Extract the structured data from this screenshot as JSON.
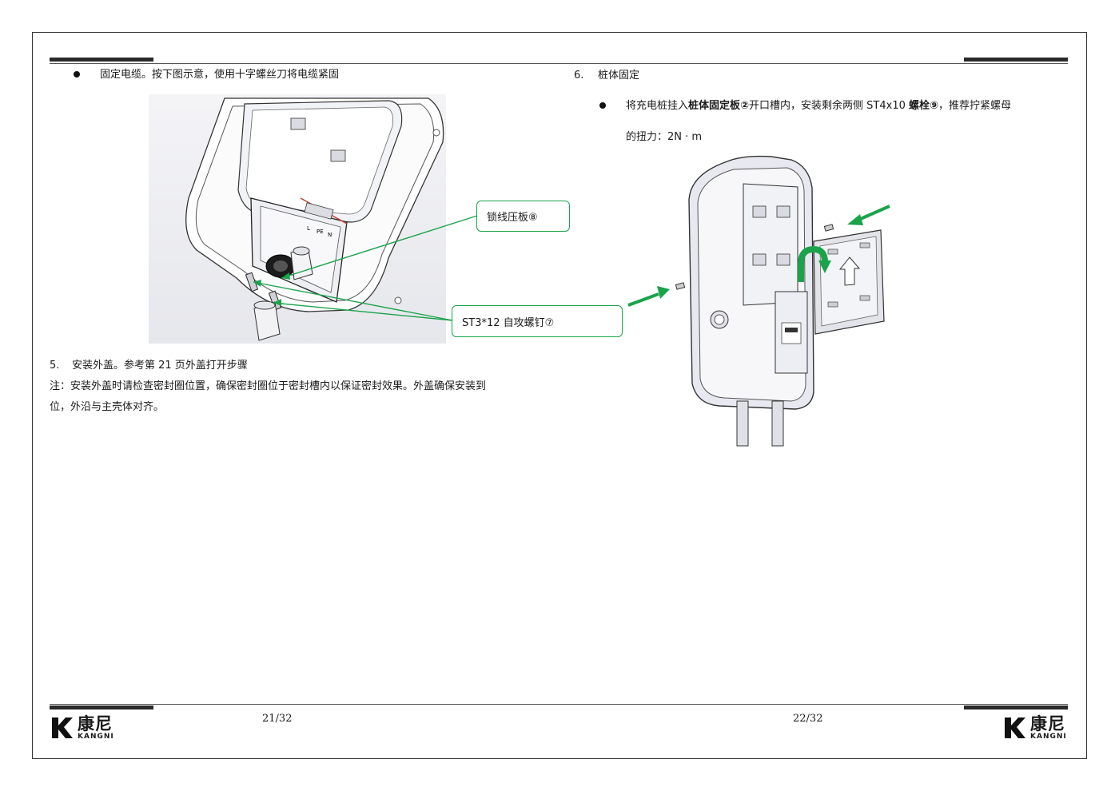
{
  "left": {
    "bullet_text": "固定电缆。按下图示意，使用十字螺丝刀将电缆紧固",
    "callout_plate": "锁线压板⑧",
    "callout_screw": "ST3*12 自攻螺钉⑦",
    "step5": {
      "num": "5.",
      "title": "安装外盖。参考第 21 页外盖打开步骤"
    },
    "note_line1": "注：安装外盖时请检查密封圈位置，确保密封圈位于密封槽内以保证密封效果。外盖确保安装到",
    "note_line2": "位，外沿与主壳体对齐。",
    "page_number": "21/32"
  },
  "right": {
    "step6": {
      "num": "6.",
      "title": "桩体固定"
    },
    "bullet": {
      "part1": "将充电桩挂入",
      "bold1": "桩体固定板②",
      "part2": "开口槽内，安装剩余两侧 ST4x10 ",
      "bold2": "螺栓⑨",
      "part3": "，推荐拧紧螺母",
      "line2": "的扭力：2N · m"
    },
    "page_number": "22/32"
  },
  "logo": {
    "cn": "康尼",
    "en": "KANGNI"
  },
  "colors": {
    "accent_green": "#1aa34a",
    "rule": "#2a2a2a"
  }
}
